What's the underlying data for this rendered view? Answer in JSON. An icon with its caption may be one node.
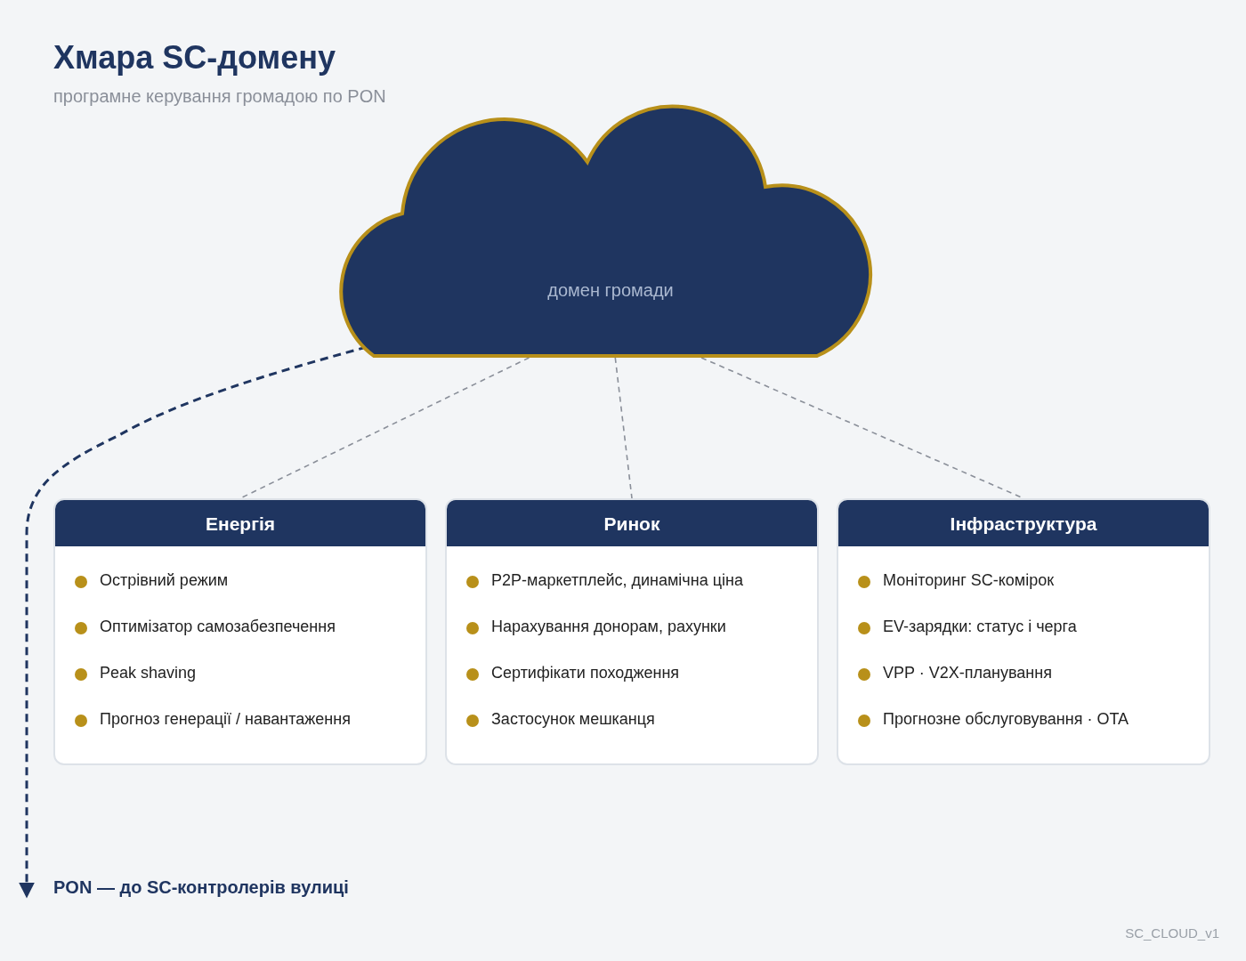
{
  "diagram": {
    "title": "Хмара SC-домену",
    "nodes": [
      {
        "text": [
          "домен громади"
        ]
      },
      {
        "text": [
          "Енергія",
          "Острівний режим",
          "Оптимізатор самозабезпечення",
          "Peak shaving",
          "Прогноз генерації / навантаження"
        ]
      },
      {
        "text": [
          "Ринок",
          "P2P-маркетплейс, динамічна ціна",
          "Нарахування донорам, рахунки",
          "Сертифікати походження",
          "Застосунок мешканця"
        ]
      },
      {
        "text": [
          "Інфраструктура",
          "Моніторинг SC-комірок",
          "EV-зарядки: статус і черга",
          "VPP · V2X-планування",
          "Прогнозне обслуговування · OTA"
        ]
      },
      {
        "text": [
          "PON — до SC-контролерів вулиці"
        ]
      }
    ],
    "edges": [
      {
        "from": 0,
        "to": 1,
        "arrow": "none",
        "style": "dashed"
      },
      {
        "from": 0,
        "to": 2,
        "arrow": "none",
        "style": "dashed"
      },
      {
        "from": 0,
        "to": 3,
        "arrow": "none",
        "style": "dashed"
      },
      {
        "from": 0,
        "to": 4,
        "arrow": "to",
        "style": "dashed",
        "color": "#1f3560"
      }
    ],
    "labels": [
      "програмне керування громадою по PON",
      "SC_CLOUD_v1"
    ]
  }
}
